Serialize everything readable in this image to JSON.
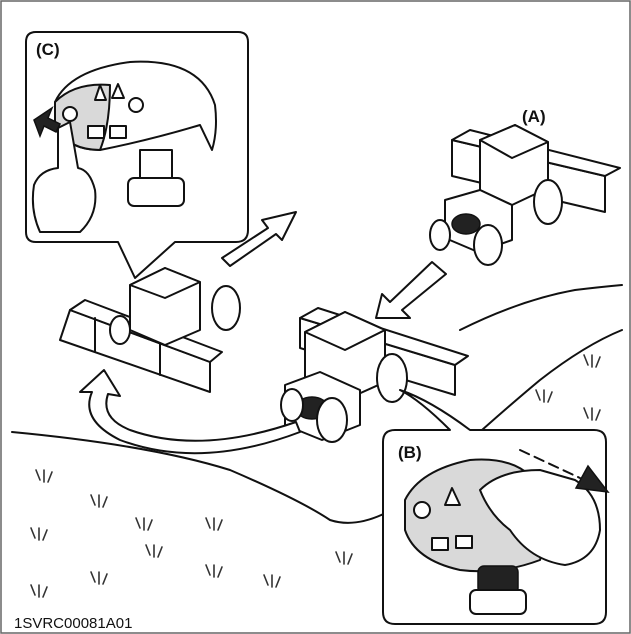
{
  "labels": {
    "a": "(A)",
    "b": "(B)",
    "c": "(C)"
  },
  "figure_code": "1SVRC00081A01"
}
